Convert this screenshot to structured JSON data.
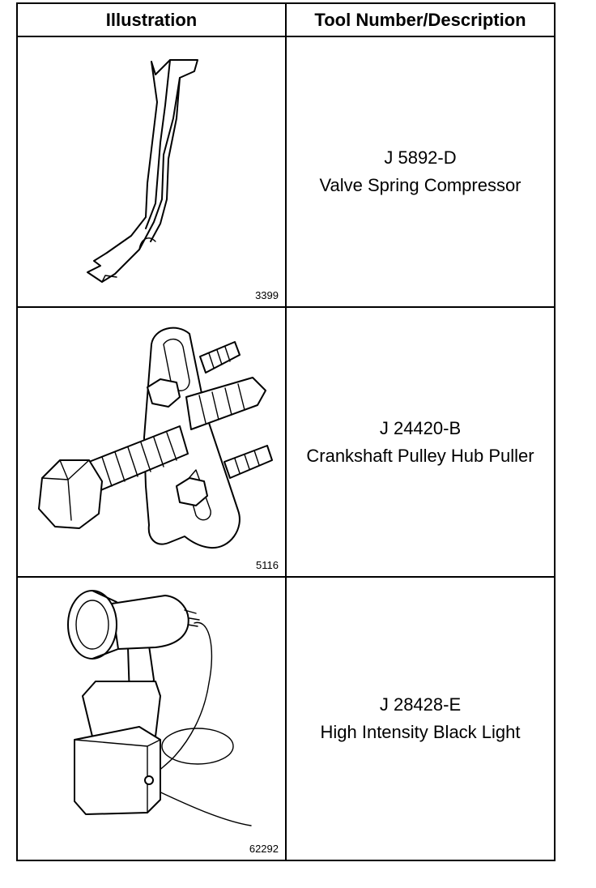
{
  "header": {
    "illustration": "Illustration",
    "tool": "Tool Number/Description"
  },
  "rows": [
    {
      "figure": "3399",
      "number": "J 5892-D",
      "description": "Valve Spring Compressor",
      "icon": "valve-spring-compressor"
    },
    {
      "figure": "5116",
      "number": "J 24420-B",
      "description": "Crankshaft Pulley Hub Puller",
      "icon": "hub-puller"
    },
    {
      "figure": "62292",
      "number": "J 28428-E",
      "description": "High Intensity Black Light",
      "icon": "black-light"
    }
  ]
}
